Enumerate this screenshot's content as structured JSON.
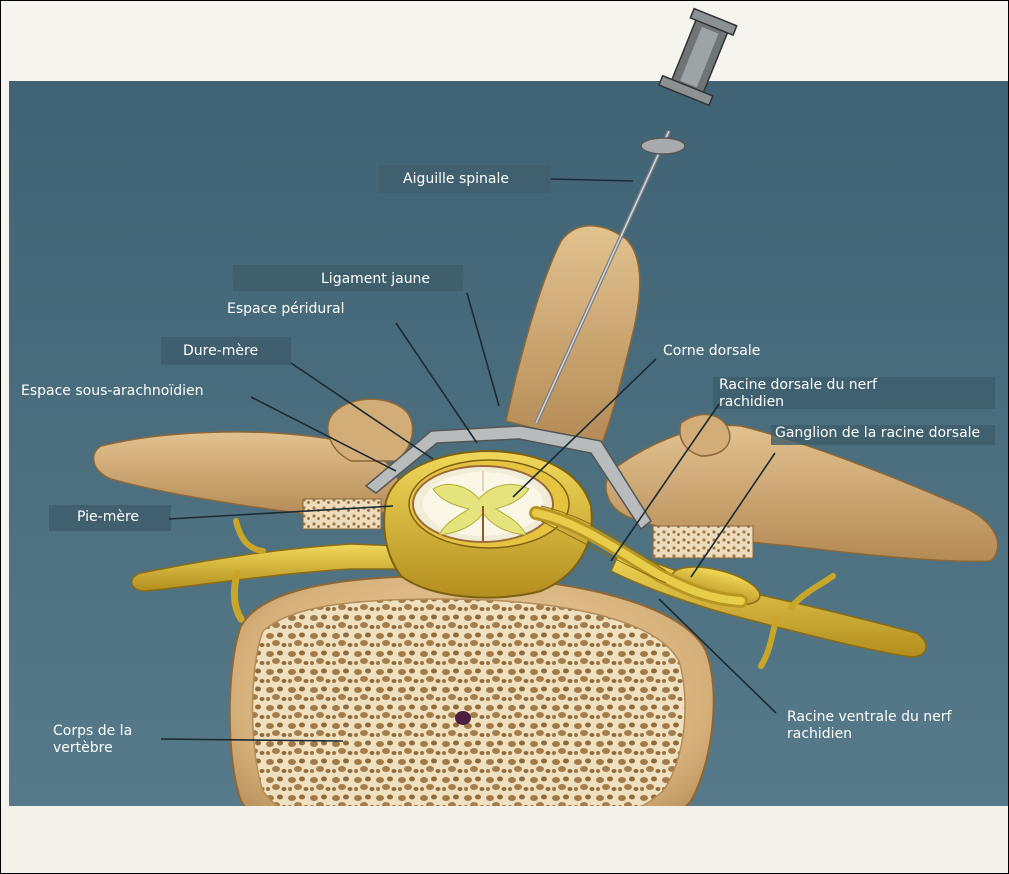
{
  "colors": {
    "background": "#4a6e7d",
    "bone": "#d9b582",
    "bone_shadow": "#a77b48",
    "nerve": "#d9b62c",
    "label_text": "#ffffff",
    "leader_line": "#1b2b33"
  },
  "labels": {
    "aiguille_spinale": "Aiguille spinale",
    "ligament_jaune": "Ligament jaune",
    "espace_peridural": "Espace péridural",
    "dure_mere": "Dure-mère",
    "corne_dorsale": "Corne dorsale",
    "racine_dorsale": "Racine dorsale du nerf rachidien",
    "espace_sous_arachnoidien": "Espace sous-arachnoïdien",
    "ganglion": "Ganglion de la racine dorsale",
    "pie_mere": "Pie-mère",
    "corps_vertebre": "Corps de la vertèbre",
    "racine_ventrale": "Racine ventrale du nerf rachidien"
  }
}
